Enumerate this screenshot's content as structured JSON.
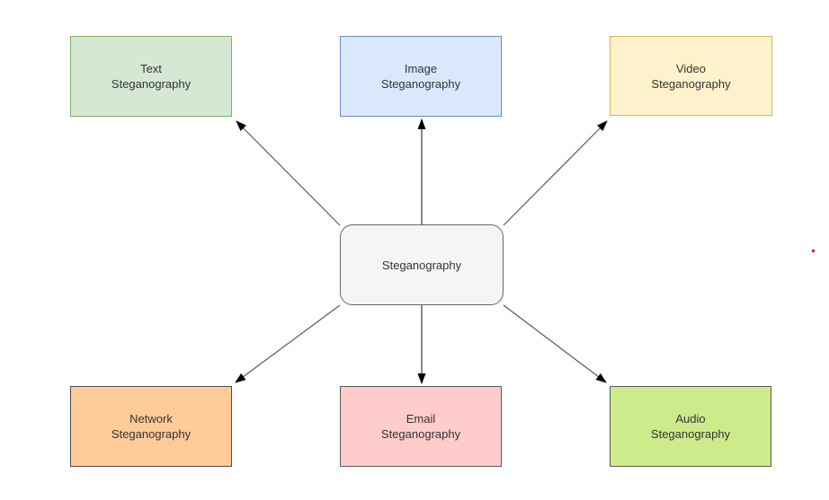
{
  "canvas": {
    "background": "#ffffff"
  },
  "center_node": {
    "label": "Steganography",
    "fill": "#f5f5f5",
    "border": "#666666"
  },
  "nodes": [
    {
      "id": "text-steganography",
      "line1": "Text",
      "line2": "Steganography",
      "fill": "#d5e8d4",
      "border": "#82b366"
    },
    {
      "id": "image-steganography",
      "line1": "Image",
      "line2": "Steganography",
      "fill": "#dae8fc",
      "border": "#6c8ebf"
    },
    {
      "id": "video-steganography",
      "line1": "Video",
      "line2": "Steganography",
      "fill": "#fff2cc",
      "border": "#d6b656"
    },
    {
      "id": "network-steganography",
      "line1": "Network",
      "line2": "Steganography",
      "fill": "#ffcc99",
      "border": "#4d4d4d"
    },
    {
      "id": "email-steganography",
      "line1": "Email",
      "line2": "Steganography",
      "fill": "#ffcccc",
      "border": "#595959"
    },
    {
      "id": "audio-steganography",
      "line1": "Audio",
      "line2": "Steganography",
      "fill": "#cdeb8b",
      "border": "#595959"
    }
  ],
  "connectors": {
    "line_color": "#595959",
    "arrowhead_color": "#000000"
  },
  "artifacts": {
    "red_dot_color": "#ff0000"
  }
}
